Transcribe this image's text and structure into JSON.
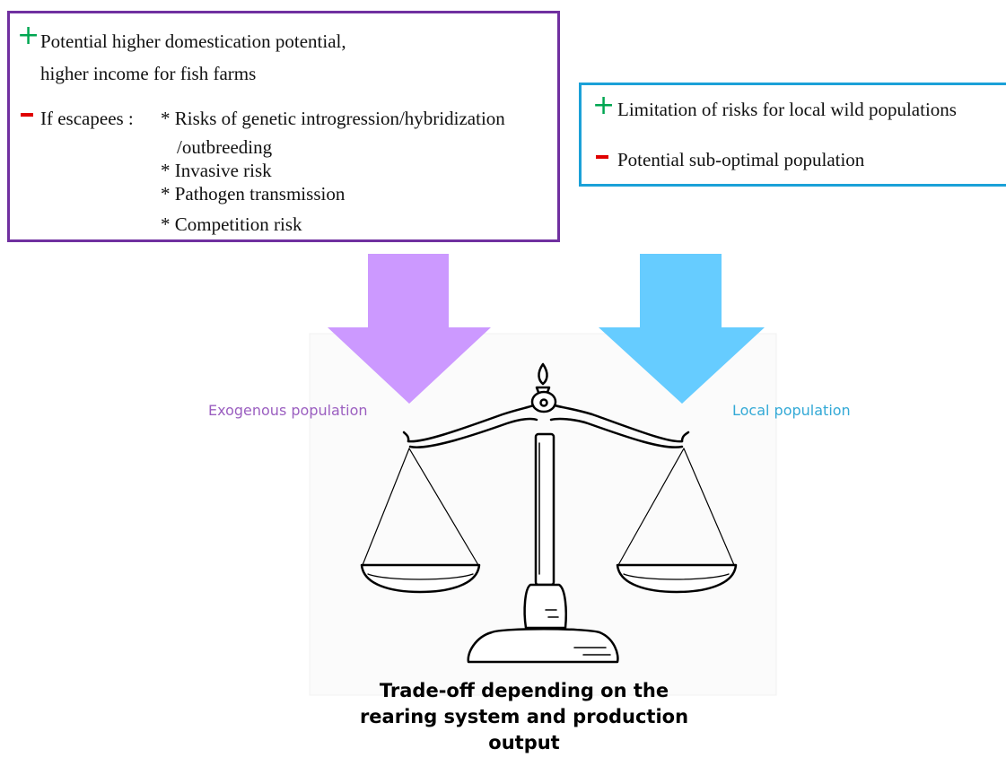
{
  "exogenous_box": {
    "plus_sign": "+",
    "plus_lines": [
      "Potential higher domestication potential,",
      "higher income for fish farms"
    ],
    "minus_prefix": "If escapees : ",
    "minus_items": [
      "* Risks of genetic introgression/hybridization",
      "/outbreeding",
      "* Invasive risk",
      "* Pathogen transmission",
      "* Competition risk"
    ]
  },
  "local_box": {
    "plus_sign": "+",
    "plus_text": "Limitation of risks for local wild populations",
    "minus_text": "Potential sub-optimal population"
  },
  "labels": {
    "exogenous": "Exogenous population",
    "local": "Local population"
  },
  "caption": "Trade-off depending on the rearing system and production output",
  "colors": {
    "exogenous_border": "#7030a0",
    "exogenous_arrow": "#cc99ff",
    "exogenous_label": "#9b5fc0",
    "local_border": "#1ba1d8",
    "local_arrow": "#66ccff",
    "local_label": "#33a9d6",
    "plus": "#00a651",
    "minus": "#e00000"
  }
}
